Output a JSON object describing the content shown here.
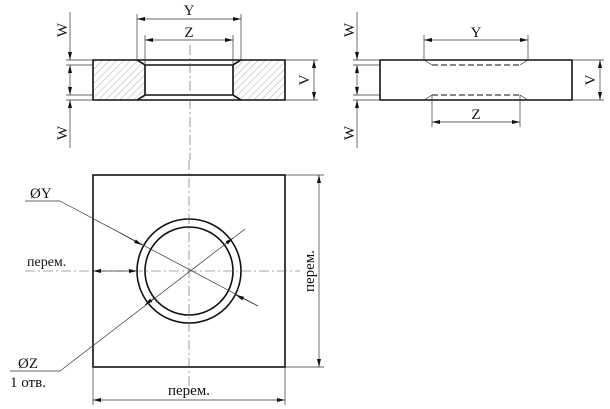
{
  "labels": {
    "W": "W",
    "V": "V",
    "Y": "Y",
    "Z": "Z",
    "dia_Y": "ØY",
    "dia_Z": "ØZ",
    "holes": "1 отв.",
    "variable": "перем."
  }
}
